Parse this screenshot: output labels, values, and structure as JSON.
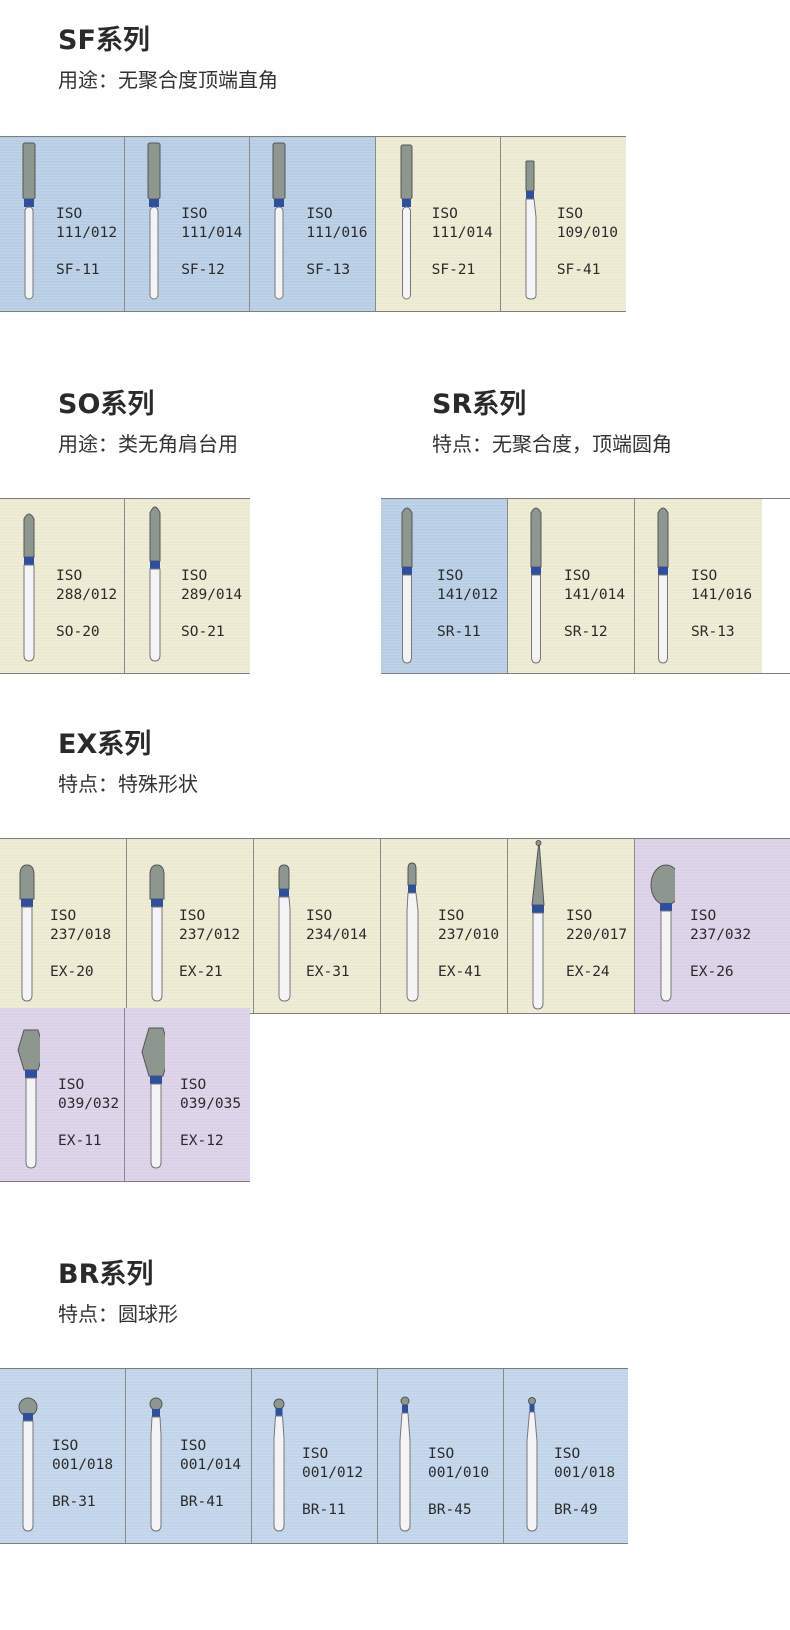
{
  "sections": {
    "sf": {
      "title": "SF系列",
      "subtitle": "用途：无聚合度顶端直角",
      "cards": [
        {
          "iso": "ISO",
          "number": "111/012",
          "code": "SF-11"
        },
        {
          "iso": "ISO",
          "number": "111/014",
          "code": "SF-12"
        },
        {
          "iso": "ISO",
          "number": "111/016",
          "code": "SF-13"
        },
        {
          "iso": "ISO",
          "number": "111/014",
          "code": "SF-21"
        },
        {
          "iso": "ISO",
          "number": "109/010",
          "code": "SF-41"
        }
      ]
    },
    "so": {
      "title": "SO系列",
      "subtitle": "用途：类无角肩台用",
      "cards": [
        {
          "iso": "ISO",
          "number": "288/012",
          "code": "SO-20"
        },
        {
          "iso": "ISO",
          "number": "289/014",
          "code": "SO-21"
        }
      ]
    },
    "sr": {
      "title": "SR系列",
      "subtitle": "特点：无聚合度，顶端圆角",
      "cards": [
        {
          "iso": "ISO",
          "number": "141/012",
          "code": "SR-11"
        },
        {
          "iso": "ISO",
          "number": "141/014",
          "code": "SR-12"
        },
        {
          "iso": "ISO",
          "number": "141/016",
          "code": "SR-13"
        }
      ]
    },
    "ex": {
      "title": "EX系列",
      "subtitle": "特点：特殊形状",
      "cards": [
        {
          "iso": "ISO",
          "number": "237/018",
          "code": "EX-20"
        },
        {
          "iso": "ISO",
          "number": "237/012",
          "code": "EX-21"
        },
        {
          "iso": "ISO",
          "number": "234/014",
          "code": "EX-31"
        },
        {
          "iso": "ISO",
          "number": "237/010",
          "code": "EX-41"
        },
        {
          "iso": "ISO",
          "number": "220/017",
          "code": "EX-24"
        },
        {
          "iso": "ISO",
          "number": "237/032",
          "code": "EX-26"
        },
        {
          "iso": "ISO",
          "number": "039/032",
          "code": "EX-11"
        },
        {
          "iso": "ISO",
          "number": "039/035",
          "code": "EX-12"
        }
      ]
    },
    "br": {
      "title": "BR系列",
      "subtitle": "特点：圆球形",
      "cards": [
        {
          "iso": "ISO",
          "number": "001/018",
          "code": "BR-31"
        },
        {
          "iso": "ISO",
          "number": "001/014",
          "code": "BR-41"
        },
        {
          "iso": "ISO",
          "number": "001/012",
          "code": "BR-11"
        },
        {
          "iso": "ISO",
          "number": "001/010",
          "code": "BR-45"
        },
        {
          "iso": "ISO",
          "number": "001/018",
          "code": "BR-49"
        }
      ]
    }
  },
  "colors": {
    "blue_card": "#b9cfe7",
    "cream_card": "#efecd4",
    "purple_card": "#ddd3ea",
    "diamond_grit": "#8e978f",
    "blue_band": "#2f4f9e"
  }
}
